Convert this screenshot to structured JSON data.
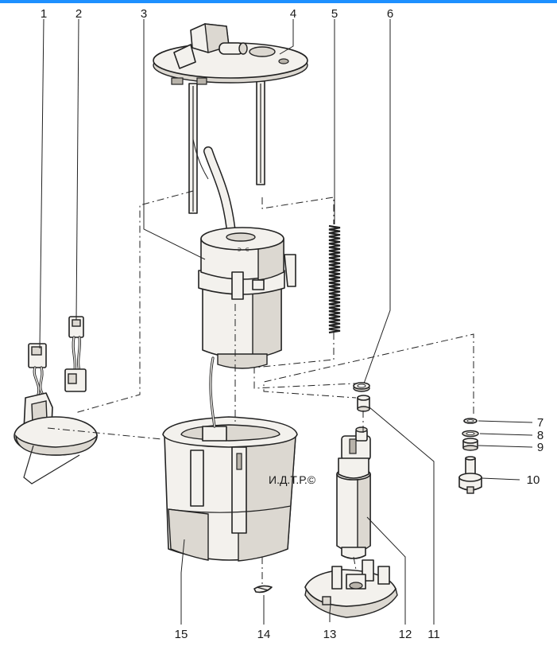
{
  "diagram": {
    "copyright": "И.Д.Т.Р.©",
    "accent_color": "#1e90ff",
    "callouts": [
      {
        "num": "1"
      },
      {
        "num": "2"
      },
      {
        "num": "3"
      },
      {
        "num": "4"
      },
      {
        "num": "5"
      },
      {
        "num": "6"
      },
      {
        "num": "7"
      },
      {
        "num": "8"
      },
      {
        "num": "9"
      },
      {
        "num": "10"
      },
      {
        "num": "11"
      },
      {
        "num": "12"
      },
      {
        "num": "13"
      },
      {
        "num": "14"
      },
      {
        "num": "15"
      }
    ]
  }
}
